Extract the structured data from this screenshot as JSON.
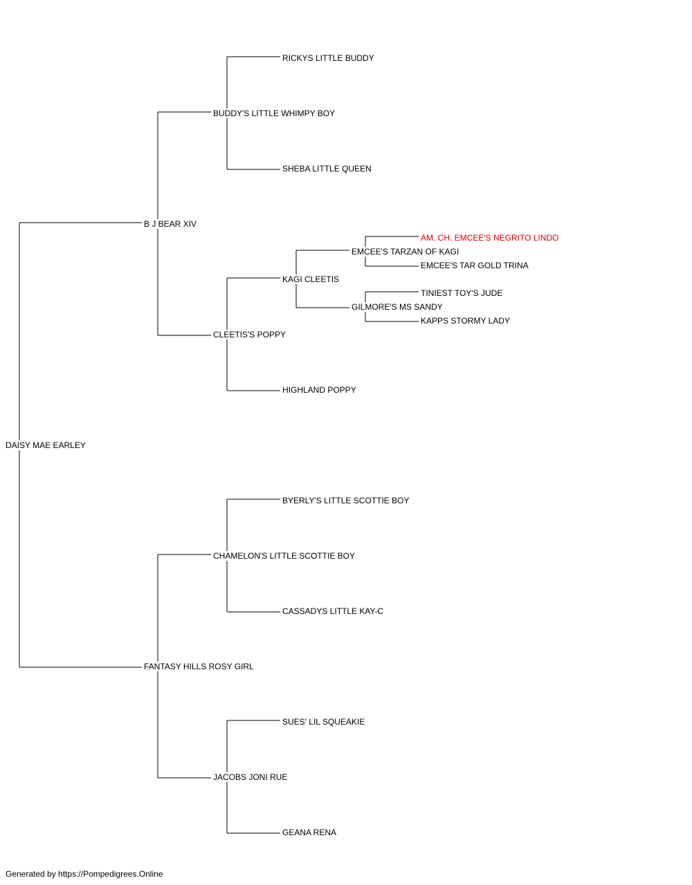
{
  "pedigree": {
    "subject": "DAISY MAE EARLEY",
    "sire": {
      "name": "B J BEAR XIV",
      "sire": {
        "name": "BUDDY'S LITTLE WHIMPY BOY",
        "sire": "RICKYS LITTLE BUDDY",
        "dam": "SHEBA LITTLE QUEEN"
      },
      "dam": {
        "name": "CLEETIS'S POPPY",
        "sire": {
          "name": "KAGI CLEETIS",
          "sire": {
            "name": "EMCEE'S TARZAN OF KAGI",
            "sire": "AM. CH. EMCEE'S NEGRITO LINDO",
            "dam": "EMCEE'S TAR GOLD TRINA"
          },
          "dam": {
            "name": "GILMORE'S MS SANDY",
            "sire": "TINIEST TOY'S JUDE",
            "dam": "KAPPS STORMY LADY"
          }
        },
        "dam": "HIGHLAND POPPY"
      }
    },
    "dam": {
      "name": "FANTASY HILLS ROSY GIRL",
      "sire": {
        "name": "CHAMELON'S LITTLE SCOTTIE BOY",
        "sire": "BYERLY'S LITTLE SCOTTIE BOY",
        "dam": "CASSADYS LITTLE KAY-C"
      },
      "dam": {
        "name": "JACOBS JONI RUE",
        "sire": "SUES' LIL SQUEAKIE",
        "dam": "GEANA RENA"
      }
    }
  },
  "colors": {
    "line": "#000000",
    "text": "#000000",
    "champion": "#e00000"
  },
  "footer": "Generated by https://Pompedigrees.Online"
}
